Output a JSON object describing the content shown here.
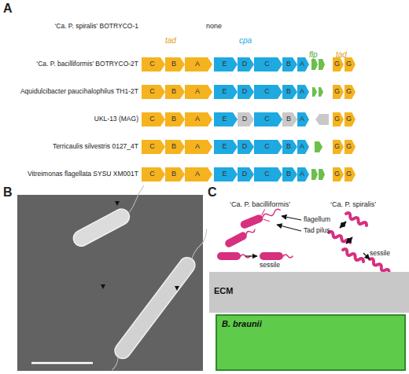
{
  "diagram": {
    "nodes": [
      {
        "text": [
          "C"
        ]
      },
      {
        "text": [
          "B"
        ]
      },
      {
        "text": [
          "A"
        ]
      },
      {
        "text": [
          "E"
        ]
      },
      {
        "text": [
          "D"
        ]
      },
      {
        "text": [
          "C"
        ]
      },
      {
        "text": [
          "B"
        ]
      },
      {
        "text": [
          "A"
        ]
      },
      {
        "text": [
          "G"
        ]
      },
      {
        "text": [
          "G"
        ]
      },
      {
        "text": [
          "C"
        ]
      },
      {
        "text": [
          "B"
        ]
      },
      {
        "text": [
          "A"
        ]
      },
      {
        "text": [
          "E"
        ]
      },
      {
        "text": [
          "D"
        ]
      },
      {
        "text": [
          "C"
        ]
      },
      {
        "text": [
          "B"
        ]
      },
      {
        "text": [
          "A"
        ]
      },
      {
        "text": [
          "G"
        ]
      },
      {
        "text": [
          "G"
        ]
      },
      {
        "text": [
          "C"
        ]
      },
      {
        "text": [
          "B"
        ]
      },
      {
        "text": [
          "A"
        ]
      },
      {
        "text": [
          "E"
        ]
      },
      {
        "text": [
          "D"
        ]
      },
      {
        "text": [
          "C"
        ]
      },
      {
        "text": [
          "B"
        ]
      },
      {
        "text": [
          "A"
        ]
      },
      {
        "text": [
          "G"
        ]
      },
      {
        "text": [
          "G"
        ]
      },
      {
        "text": [
          "C"
        ]
      },
      {
        "text": [
          "B"
        ]
      },
      {
        "text": [
          "A"
        ]
      },
      {
        "text": [
          "E"
        ]
      },
      {
        "text": [
          "D"
        ]
      },
      {
        "text": [
          "C"
        ]
      },
      {
        "text": [
          "B"
        ]
      },
      {
        "text": [
          "A"
        ]
      },
      {
        "text": [
          "G"
        ]
      },
      {
        "text": [
          "G"
        ]
      },
      {
        "text": [
          "C"
        ]
      },
      {
        "text": [
          "B"
        ]
      },
      {
        "text": [
          "A"
        ]
      },
      {
        "text": [
          "E"
        ]
      },
      {
        "text": [
          "D"
        ]
      },
      {
        "text": [
          "C"
        ]
      },
      {
        "text": [
          "B"
        ]
      },
      {
        "text": [
          "A"
        ]
      },
      {
        "text": [
          "G"
        ]
      },
      {
        "text": [
          "G"
        ]
      },
      {
        "text": [
          "ECM"
        ]
      },
      {
        "text": [
          "B. braunii"
        ]
      }
    ],
    "labels": [
      "A",
      "‘Ca. P. spiralis’ BOTRYCO-1",
      "none",
      "tad",
      "cpa",
      "flp",
      "tad",
      "‘Ca. P. bacilliformis’ BOTRYCO-2T",
      "Aquidulcibacter paucihalophilus TH1-2T",
      "UKL-13 (MAG)",
      "Terricaulis silvestris 0127_4T",
      "Vitreimonas flagellata SYSU XM001T",
      "B",
      "C",
      "‘Ca. P. bacilliformis’",
      "‘Ca. P. spiralis’",
      "flagellum",
      "Tad pilus",
      "sessile",
      "sessile"
    ]
  }
}
